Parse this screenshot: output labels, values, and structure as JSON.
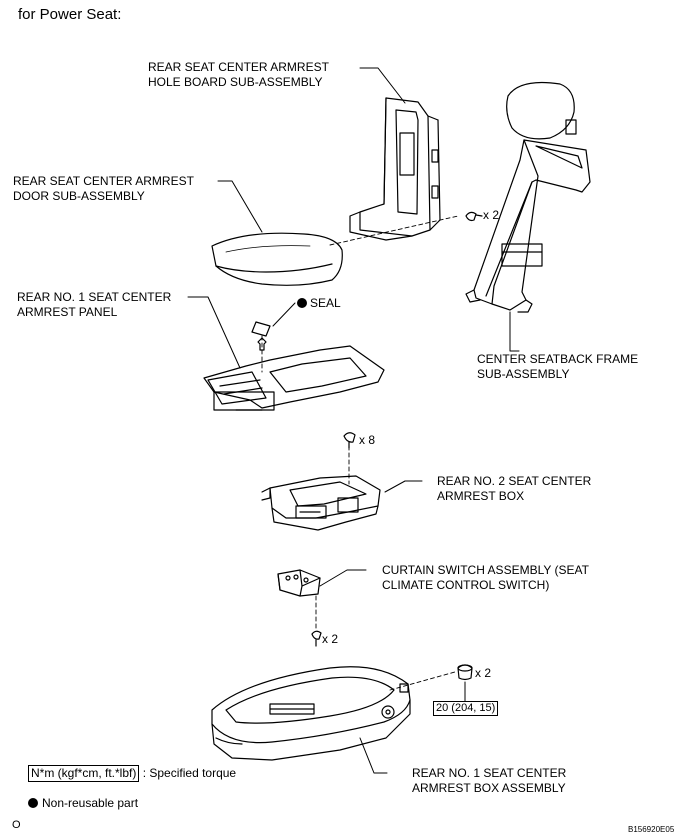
{
  "heading": "for Power Seat:",
  "parts": {
    "hole_board": [
      "REAR SEAT CENTER ARMREST",
      "HOLE BOARD SUB-ASSEMBLY"
    ],
    "door": [
      "REAR SEAT CENTER ARMREST",
      "DOOR SUB-ASSEMBLY"
    ],
    "panel": [
      "REAR NO. 1 SEAT CENTER",
      "ARMREST PANEL"
    ],
    "frame": [
      "CENTER SEATBACK FRAME",
      "SUB-ASSEMBLY"
    ],
    "box2": [
      "REAR NO. 2 SEAT CENTER",
      "ARMREST BOX"
    ],
    "switch": [
      "CURTAIN SWITCH ASSEMBLY (SEAT",
      "CLIMATE CONTROL SWITCH)"
    ],
    "box1": [
      "REAR NO. 1 SEAT CENTER",
      "ARMREST BOX ASSEMBLY"
    ]
  },
  "seal_label": "SEAL",
  "quantities": {
    "frame_screws": "x 2",
    "box2_screws": "x 8",
    "switch_screws": "x 2",
    "box1_bolts": "x 2"
  },
  "torque_value": "20 (204, 15)",
  "legend": {
    "torque_box": "N*m (kgf*cm, ft.*lbf)",
    "torque_text": ": Specified torque",
    "nonreusable": "Non-reusable part"
  },
  "corner_left": "O",
  "figure_id": "B156920E05"
}
